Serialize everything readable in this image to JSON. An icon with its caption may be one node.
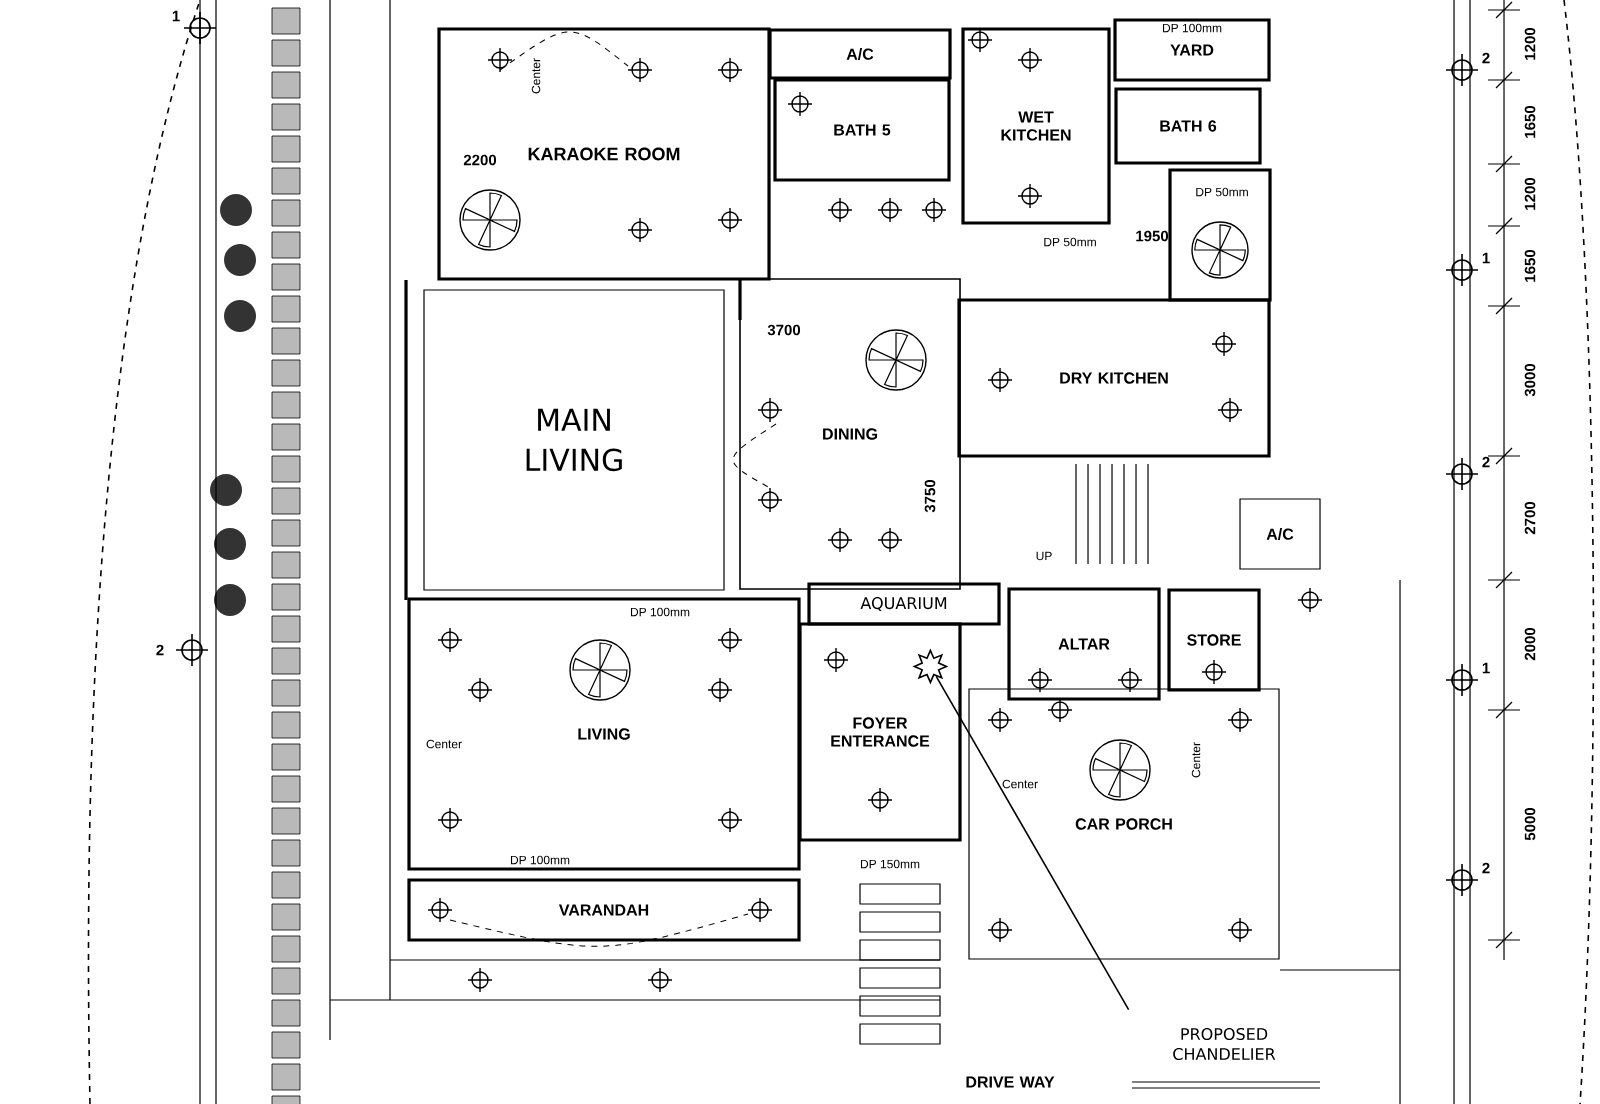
{
  "diagram": {
    "nodes": [
      {
        "text": [
          "KARAOKE ROOM"
        ]
      },
      {
        "text": [
          "A/C"
        ]
      },
      {
        "text": [
          "BATH 5"
        ]
      },
      {
        "text": [
          "WET KITCHEN"
        ]
      },
      {
        "text": [
          "YARD"
        ]
      },
      {
        "text": [
          "BATH 6"
        ]
      },
      {
        "text": [
          "MAIN LIVING"
        ]
      },
      {
        "text": [
          "DINING"
        ]
      },
      {
        "text": [
          "DRY KITCHEN"
        ]
      },
      {
        "text": [
          "A/C"
        ]
      },
      {
        "text": [
          "AQUARIUM"
        ]
      },
      {
        "text": [
          "ALTAR"
        ]
      },
      {
        "text": [
          "STORE"
        ]
      },
      {
        "text": [
          "LIVING"
        ]
      },
      {
        "text": [
          "FOYER ENTERANCE"
        ]
      },
      {
        "text": [],
        "shape": "star",
        "in": 14
      },
      {
        "text": [
          "VARANDAH"
        ]
      },
      {
        "text": [
          "CAR PORCH"
        ]
      },
      {
        "text": [
          "DRIVE WAY"
        ]
      },
      {
        "text": [
          "PROPOSED CHANDELIER"
        ]
      }
    ],
    "edges": [
      {
        "from": 19,
        "to": 15,
        "arrow": "none"
      }
    ],
    "labels": [
      "1",
      "Center",
      "2200",
      "DP 100mm",
      "1200",
      "2",
      "1650",
      "1200",
      "DP 50mm",
      "DP 50mm",
      "1950",
      "1650",
      "1",
      "3700",
      "3000",
      "2",
      "3750",
      "2700",
      "UP",
      "DP 100mm",
      "2000",
      "2",
      "1",
      "Center",
      "Center",
      "Center",
      "5000",
      "DP 100mm",
      "DP 150mm",
      "2"
    ]
  }
}
